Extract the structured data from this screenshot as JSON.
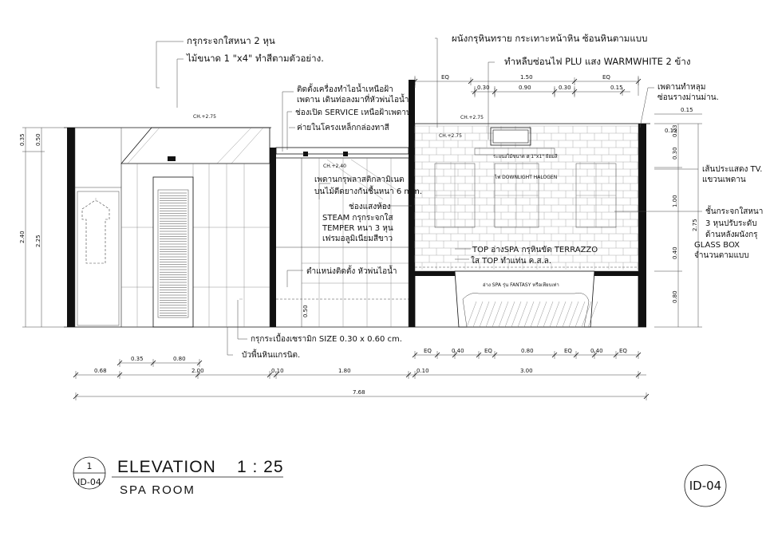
{
  "annotations": {
    "glass_door": "กรุกระจกใสหนา  2 หุน",
    "wood_size": "ไม้ขนาด  1 \"x4\" ทำสีตามตัวอย่าง.",
    "water_heater_1": "ติดตั้งเครื่องทำไอน้ำเหนือฝ้า",
    "water_heater_2": "เพดาน เดินท่อลงมาที่หัวพ่นไอน้ำ.",
    "service_opening": "ช่องเปิด SERVICE เหนือฝ้าเพดาน.",
    "steel_frame": "ค่ายในโครงเหล็กกล่องทาสี",
    "ceiling_pvc_1": "เพดานกรุพลาสติกลามิเนต",
    "ceiling_pvc_2": "บนไม้ตีดยางกันชื้นหนา 6 mm.",
    "steam_room_1": "ช่องแสงห้อง",
    "steam_room_2": "STEAM กรุกระจกใส",
    "steam_room_3": "TEMPER หนา 3 หุน",
    "steam_room_4": "เฟรมอลูมิเนียมสีขาว",
    "steam_nozzle": "ตำแหน่งติดตั้ง หัวพ่นไอน้ำ",
    "tile": "กรุกระเบื้องเซรามิก SIZE 0.30 x 0.60 cm.",
    "skirting": "บัวพื้นหินแกรนิต.",
    "stone_wall": "ผนังกรุหินทราย กระเทาะหน้าหิน ซ้อนหินตามแบบ",
    "hidden_light": "ทำหลืบซ่อนไฟ PLU แสง WARMWHITE 2 ข้าง",
    "curtain_1": "เพดานทำหลุม",
    "curtain_2": "ซ่อนรางม่านม่าน.",
    "tv_1": "เส้นประแสดง TV.",
    "tv_2": "แขวนเพดาน",
    "glass_shelf_1": "ชั้นกระจกใสหนา",
    "glass_shelf_2": "3 หุนปรับระดับ",
    "glass_shelf_3": "ด้านหลังผนังกรุ",
    "glass_shelf_4": "GLASS BOX",
    "glass_shelf_5": "จำนวนตามแบบ",
    "top_terrazzo_1": "TOP อ่างSPA กรุหินขัด TERRAZZO",
    "top_terrazzo_2": "ใส TOP ทำแท่น ค.ส.ล.",
    "spa_tub": "อ่าง SPA รุ่น FANTASY หรือเทียบเท่า",
    "downlight": "ไฟ DOWNLIGHT HALOGEN",
    "wood_strip": "ระแนงไม้ขนาด  ø 1\"x1\" ย้อมสี",
    "ch_275_a": "CH.+2.75",
    "ch_240": "CH.+2.40",
    "ch_275_b": "CH.+2.75",
    "ch_275_c": "CH.+2.75"
  },
  "dimensions": {
    "top_eq_a": "EQ",
    "top_150": "1.50",
    "top_eq_b": "EQ",
    "top_030_a": "0.30",
    "top_090": "0.90",
    "top_030_b": "0.30",
    "top_015": "0.15",
    "right_015": "0.15",
    "right_023": "0.23",
    "right_012": "0.12",
    "right_030": "0.30",
    "right_100": "1.00",
    "right_040": "0.40",
    "right_080": "0.80",
    "right_275": "2.75",
    "left_035": "0.35",
    "left_050": "0.50",
    "left_240": "2.40",
    "left_225": "2.25",
    "door_050": "0.50",
    "b1_035": "0.35",
    "b1_080": "0.80",
    "b2_068": "0.68",
    "b2_200": "2.00",
    "b2_010a": "0.10",
    "b2_180": "1.80",
    "b2_010b": "0.10",
    "b2_300": "3.00",
    "b3_768": "7.68",
    "eq1": "EQ",
    "eq_040a": "0.40",
    "eq2": "EQ",
    "eq_080": "0.80",
    "eq3": "EQ",
    "eq_040b": "0.40",
    "eq4": "EQ"
  },
  "title_block": {
    "number": "1",
    "sheet_ref": "ID-04",
    "title": "ELEVATION",
    "scale": "1 : 25",
    "subtitle": "SPA    ROOM",
    "sheet_badge": "ID-04"
  }
}
